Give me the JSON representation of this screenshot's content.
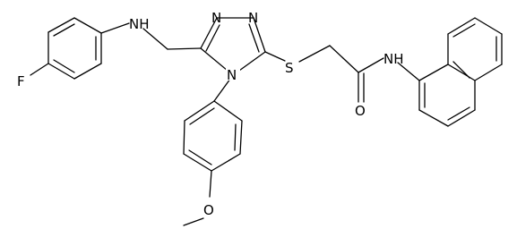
{
  "structure": {
    "atom_labels": {
      "fluorine": "F",
      "amine_nh": "NH",
      "triazole_n1": "N",
      "triazole_n2": "N",
      "triazole_n4": "N",
      "sulfur": "S",
      "carbonyl_o": "O",
      "amide_nh": "NH",
      "ether_o": "O"
    }
  }
}
